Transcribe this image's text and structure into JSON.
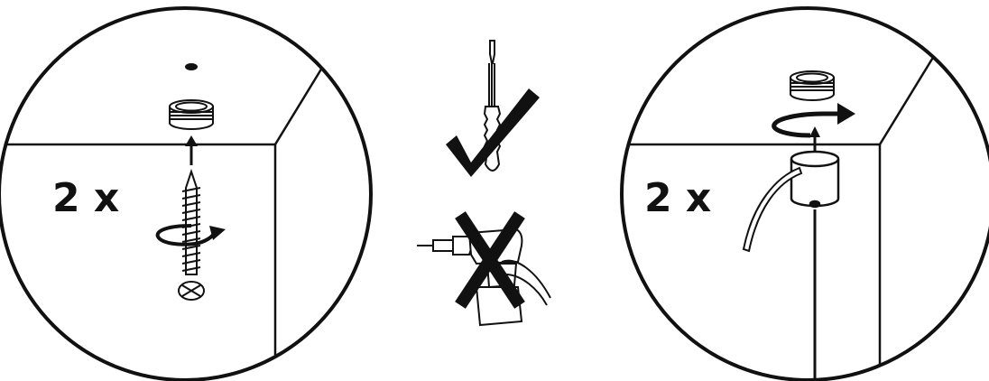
{
  "panels": [
    {
      "id": "step-screw",
      "count_label": "2 x"
    },
    {
      "id": "step-hang",
      "count_label": "2 x"
    }
  ],
  "tools": {
    "allowed": "screwdriver-icon",
    "forbidden": "power-drill-icon"
  },
  "colors": {
    "ink": "#111111",
    "background": "#ffffff"
  }
}
